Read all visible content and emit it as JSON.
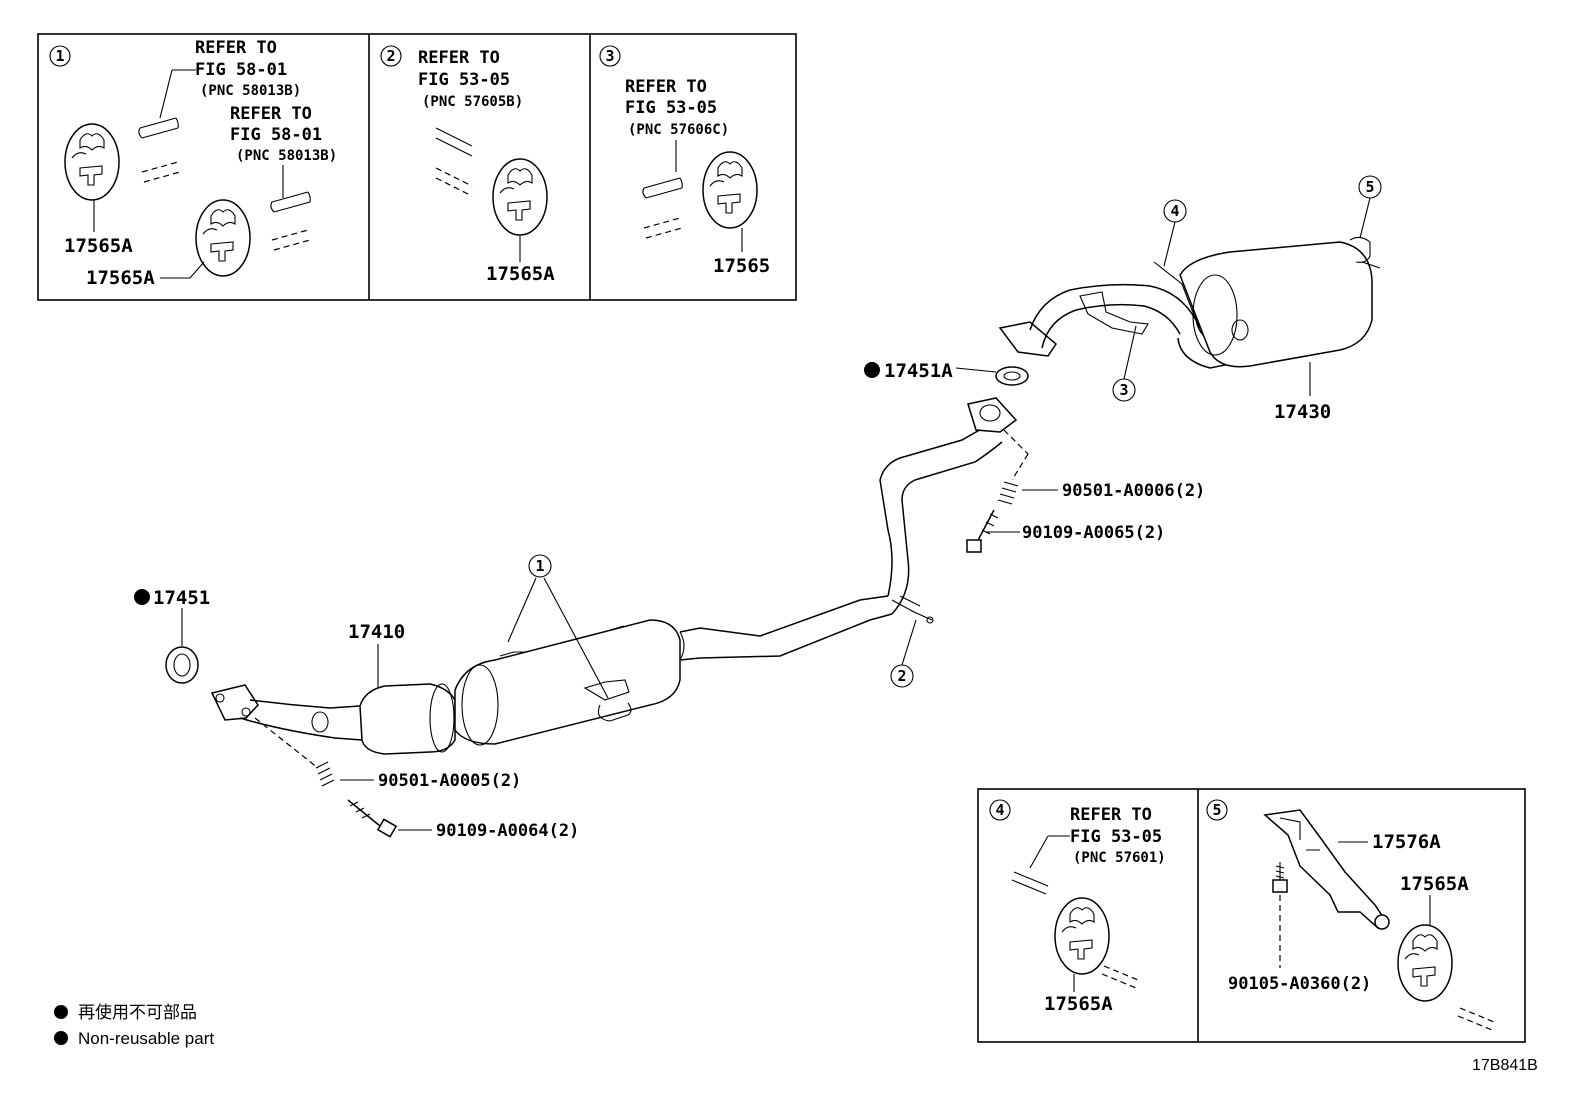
{
  "panels": {
    "p1": {
      "number": "1",
      "ref_a": [
        "REFER TO",
        "FIG 58-01",
        "(PNC 58013B)"
      ],
      "ref_b": [
        "REFER TO",
        "FIG 58-01",
        "(PNC 58013B)"
      ],
      "part_a": "17565A",
      "part_b": "17565A"
    },
    "p2": {
      "number": "2",
      "ref": [
        "REFER TO",
        "FIG 53-05",
        "(PNC 57605B)"
      ],
      "part": "17565A"
    },
    "p3": {
      "number": "3",
      "ref": [
        "REFER TO",
        "FIG 53-05",
        "(PNC 57606C)"
      ],
      "part": "17565"
    },
    "p4": {
      "number": "4",
      "ref": [
        "REFER TO",
        "FIG 53-05",
        "(PNC 57601)"
      ],
      "part": "17565A"
    },
    "p5": {
      "number": "5",
      "part_bracket": "17576A",
      "part_hanger": "17565A",
      "bolt": "90105-A0360(2)"
    }
  },
  "main": {
    "gasket_rear": "17451A",
    "muffler": "17430",
    "spring_rear": "90501-A0006(2)",
    "bolt_rear": "90109-A0065(2)",
    "gasket_front": "17451",
    "front_pipe": "17410",
    "spring_front": "90501-A0005(2)",
    "bolt_front": "90109-A0064(2)",
    "callouts": [
      "1",
      "2",
      "3",
      "4",
      "5"
    ]
  },
  "legend": {
    "line_jp": "再使用不可部品",
    "line_en": "Non-reusable part"
  },
  "diagram_code": "17B841B"
}
